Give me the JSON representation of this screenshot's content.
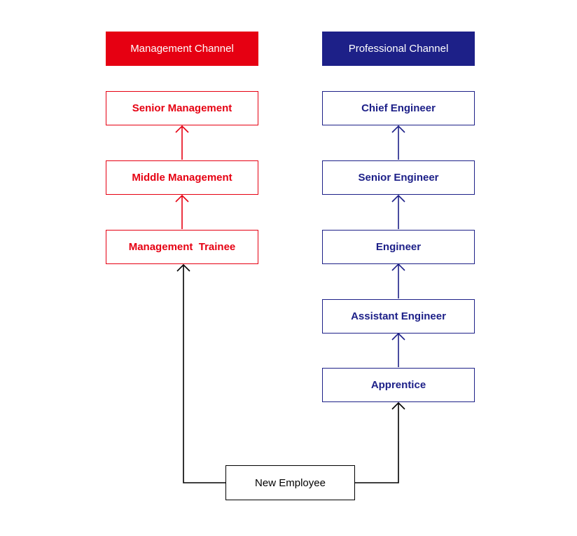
{
  "channels": {
    "management": {
      "title": "Management Channel",
      "color": "#e60012",
      "levels": [
        "Management  Trainee",
        "Middle Management",
        "Senior Management"
      ]
    },
    "professional": {
      "title": "Professional Channel",
      "color": "#1d2088",
      "levels": [
        "Apprentice",
        "Assistant Engineer",
        "Engineer",
        "Senior Engineer",
        "Chief Engineer"
      ]
    }
  },
  "start": {
    "label": "New Employee",
    "color": "#000000"
  }
}
